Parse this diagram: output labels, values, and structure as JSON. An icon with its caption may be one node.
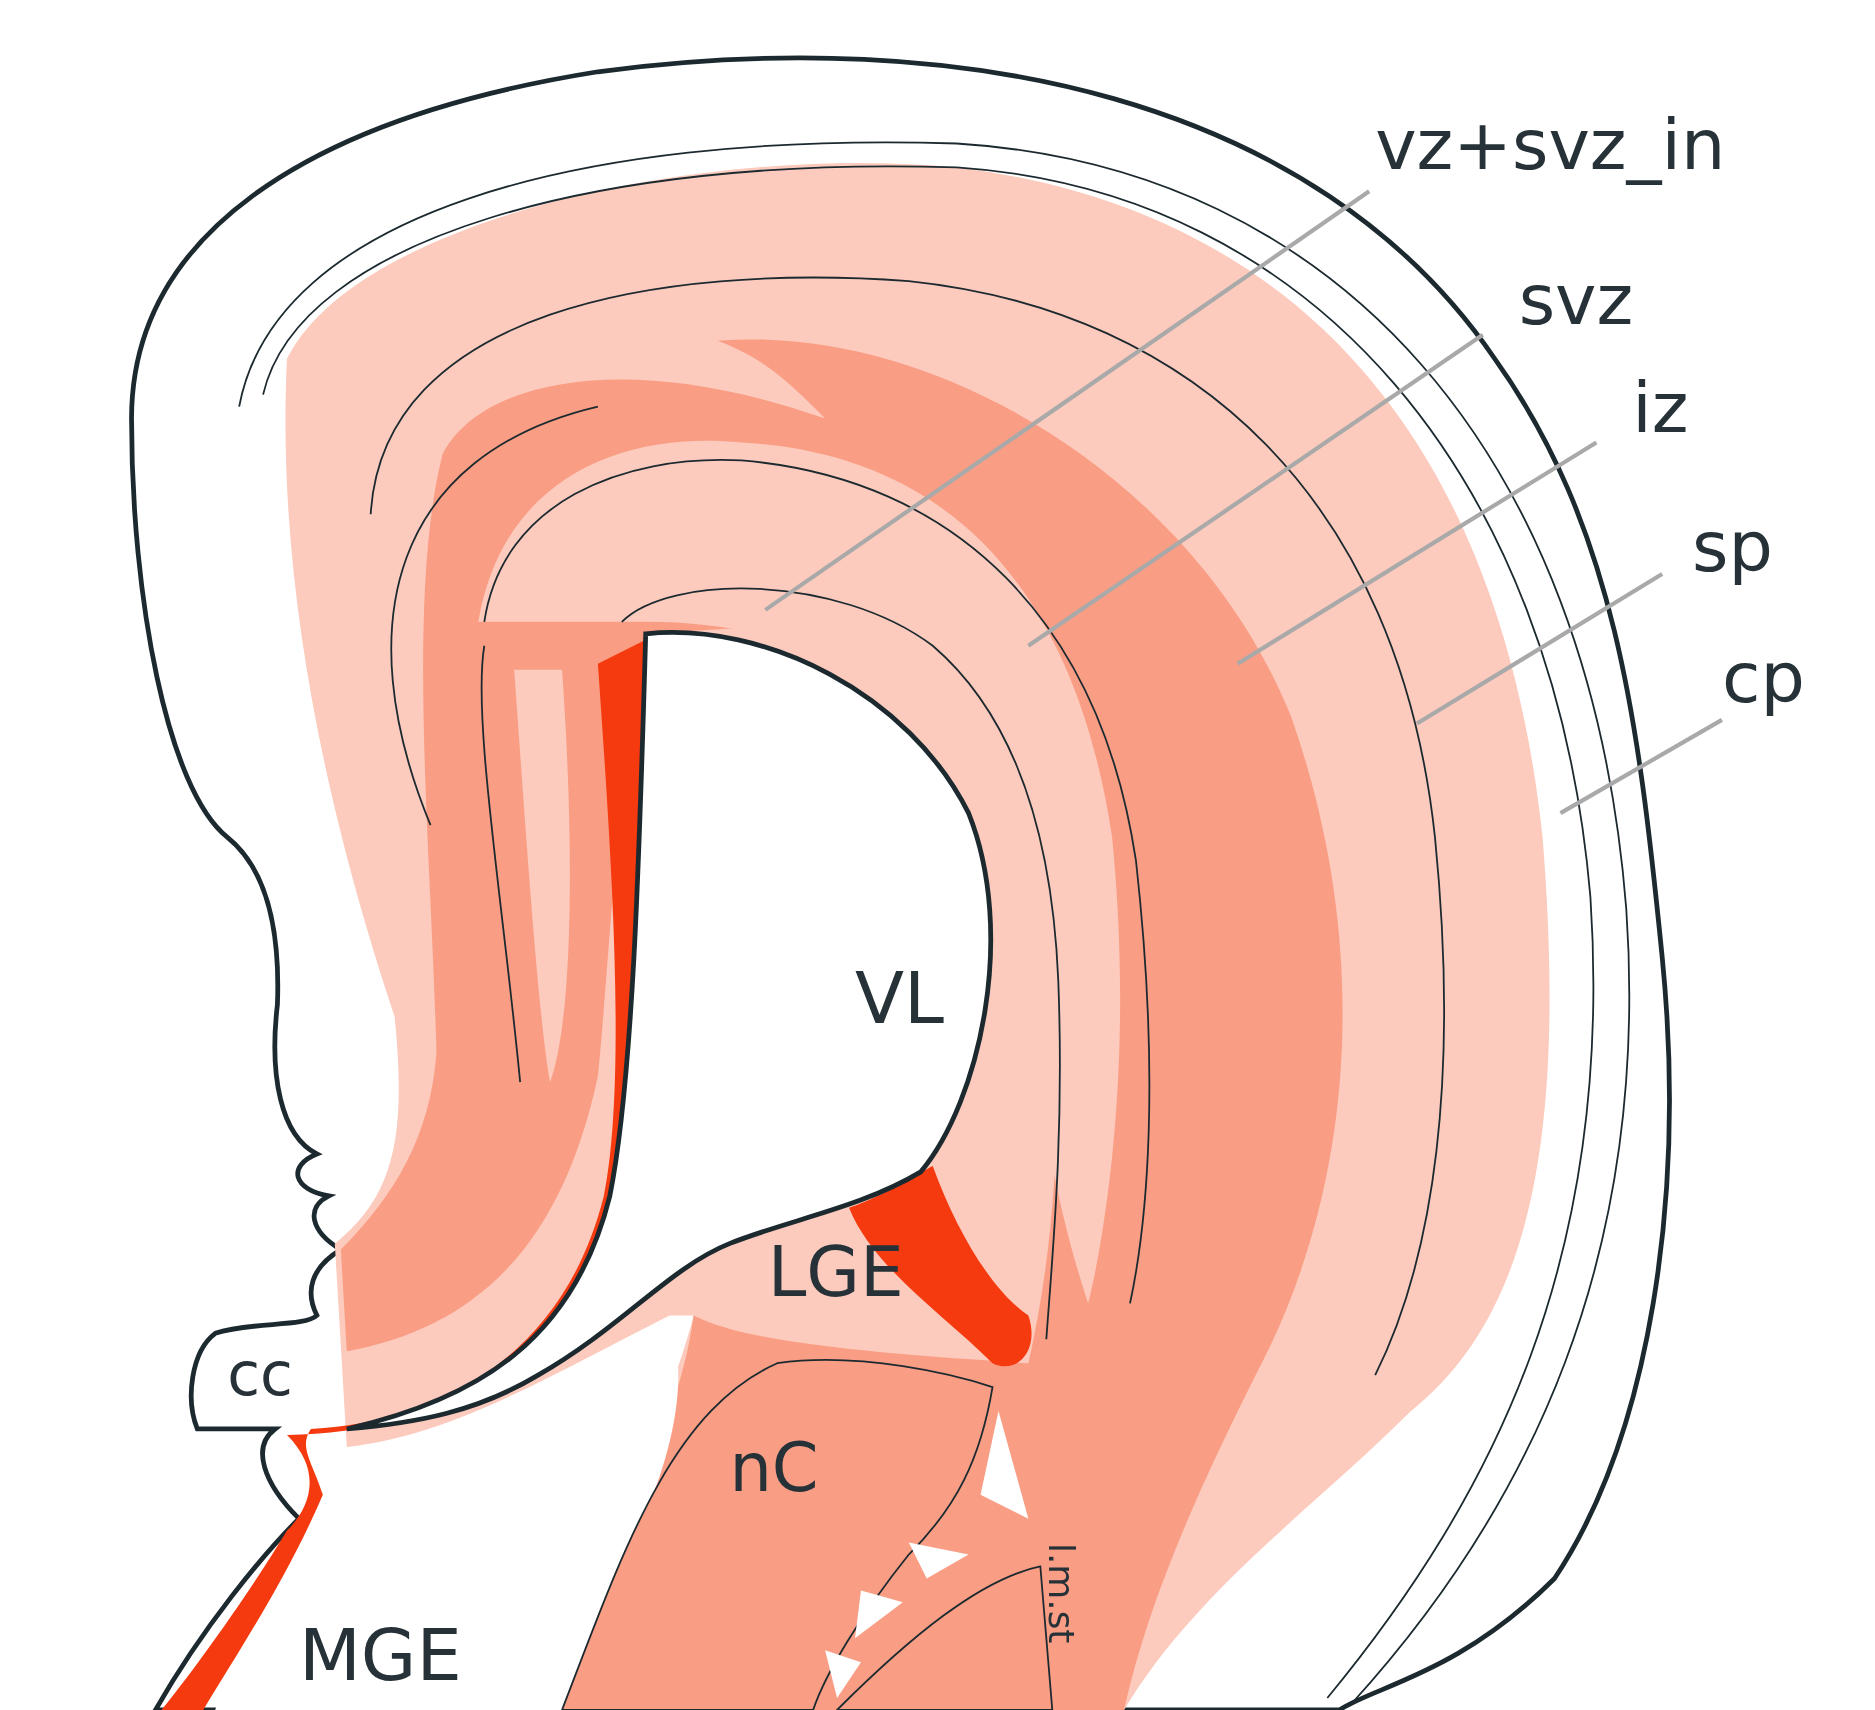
{
  "diagram": {
    "nodes": [
      {
        "text": [
          "vz+svz_in"
        ]
      },
      {
        "text": [
          "svz"
        ]
      },
      {
        "text": [
          "iz"
        ]
      },
      {
        "text": [
          "sp"
        ]
      },
      {
        "text": [
          "cp"
        ]
      }
    ],
    "edges": [
      {
        "from": 0,
        "to": null,
        "arrow": "none"
      },
      {
        "from": 1,
        "to": null,
        "arrow": "none"
      },
      {
        "from": 2,
        "to": null,
        "arrow": "none"
      },
      {
        "from": 3,
        "to": null,
        "arrow": "none"
      },
      {
        "from": 4,
        "to": null,
        "arrow": "none"
      }
    ],
    "labels": [
      "VL",
      "LGE",
      "cc",
      "nC",
      "l.m.st",
      "MGE"
    ]
  }
}
